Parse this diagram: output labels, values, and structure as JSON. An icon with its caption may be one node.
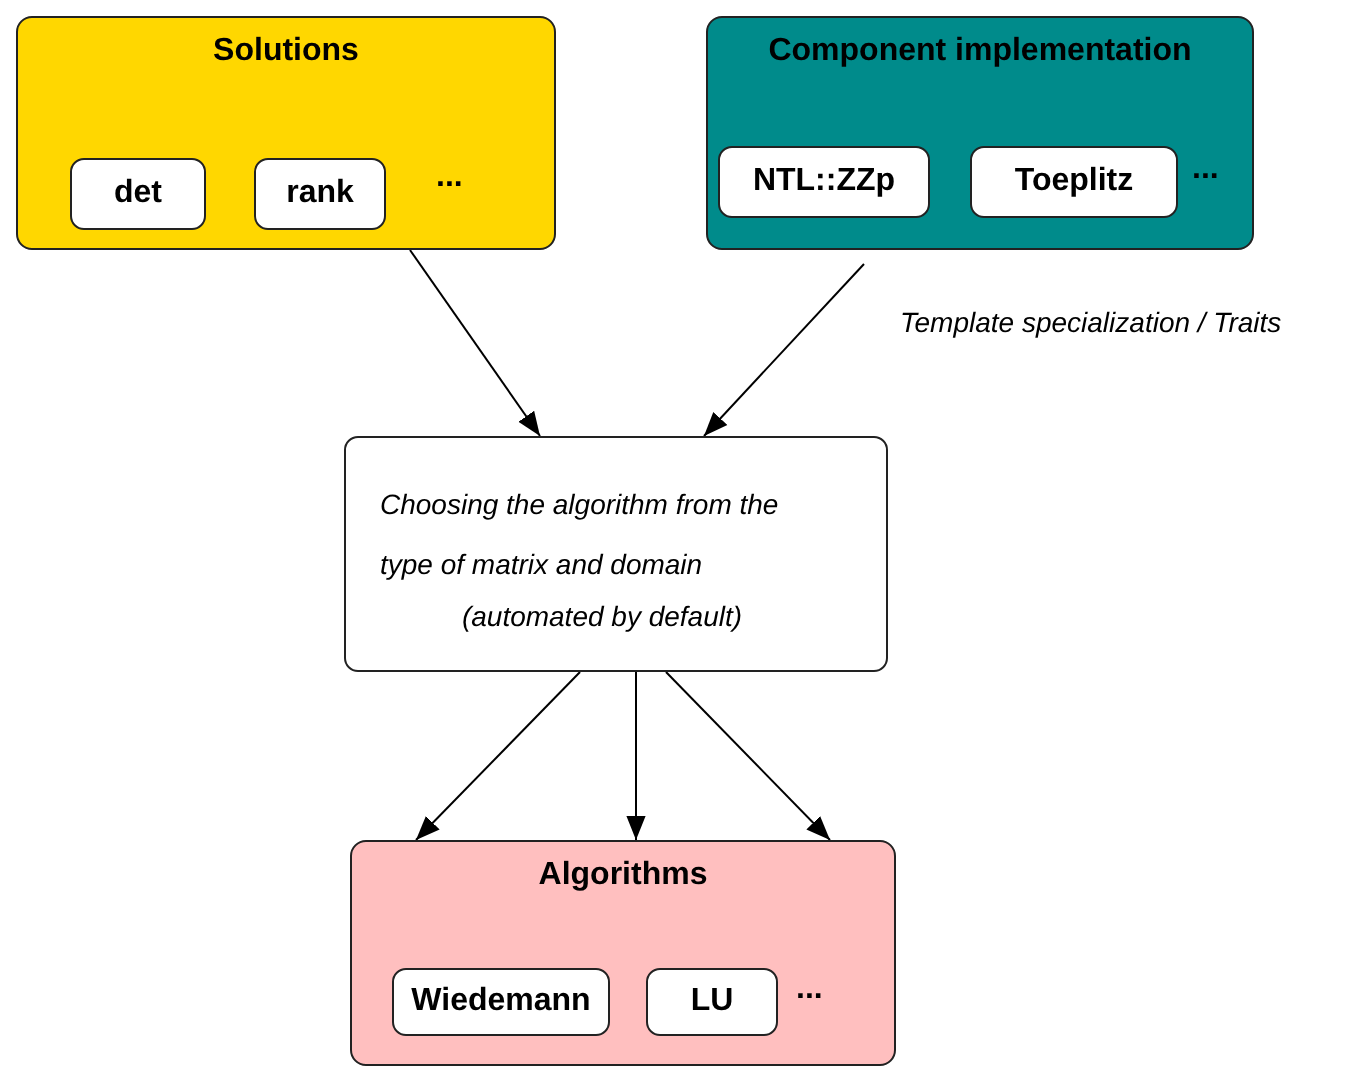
{
  "diagram": {
    "nodes": [
      {
        "text": [
          "Solutions"
        ]
      },
      {
        "text": [
          "det"
        ],
        "in": 0
      },
      {
        "text": [
          "rank"
        ],
        "in": 0
      },
      {
        "text": [
          "Component implementation"
        ]
      },
      {
        "text": [
          "NTL::ZZp"
        ],
        "in": 3
      },
      {
        "text": [
          "Toeplitz"
        ],
        "in": 3
      },
      {
        "text": [
          "Choosing the algorithm from the type of matrix and domain",
          "(automated by default)"
        ]
      },
      {
        "text": [
          "Algorithms"
        ]
      },
      {
        "text": [
          "Wiedemann"
        ],
        "in": 7
      },
      {
        "text": [
          "LU"
        ],
        "in": 7
      }
    ],
    "edges": [
      {
        "from": 0,
        "to": 6,
        "arrow": "to"
      },
      {
        "from": 3,
        "to": 6,
        "arrow": "to",
        "label": "Template specialization / Traits"
      },
      {
        "from": 6,
        "to": 7,
        "arrow": "to"
      },
      {
        "from": 6,
        "to": 7,
        "arrow": "to"
      },
      {
        "from": 6,
        "to": 7,
        "arrow": "to"
      }
    ],
    "labels": [
      "...",
      "...",
      "..."
    ]
  }
}
